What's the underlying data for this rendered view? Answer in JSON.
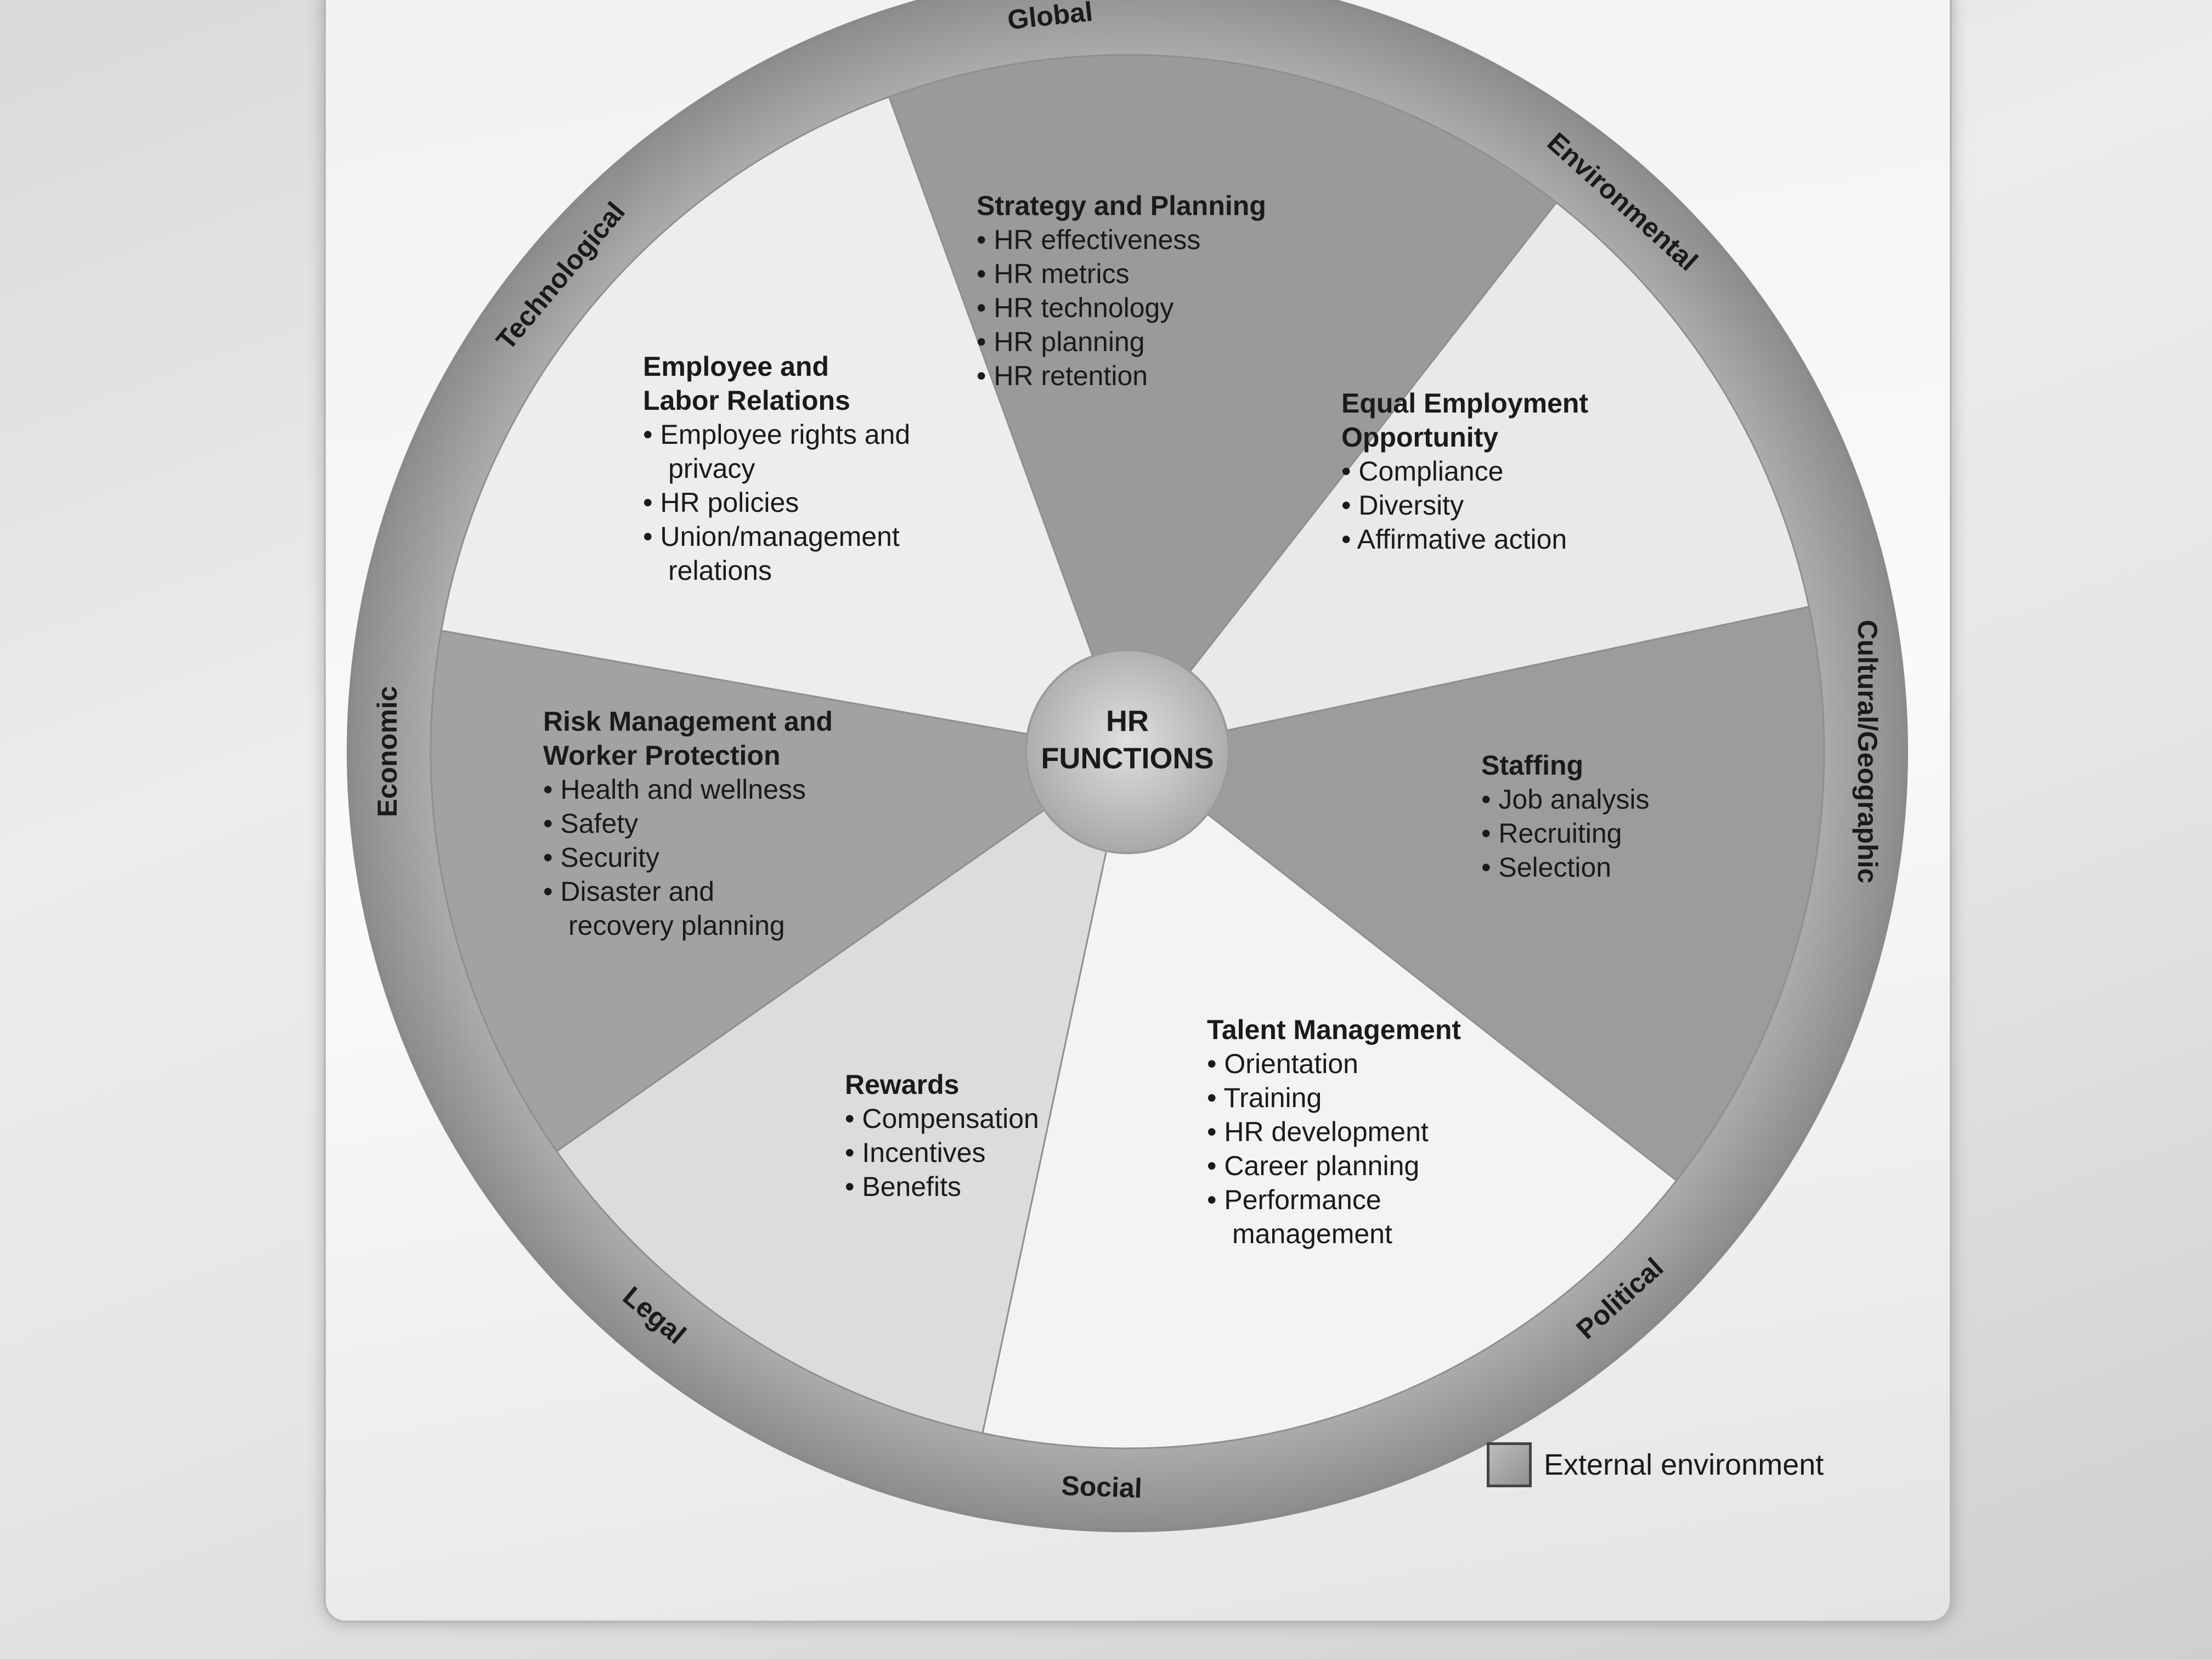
{
  "center": {
    "line1": "HR",
    "line2": "FUNCTIONS"
  },
  "environment": [
    {
      "label": "Global"
    },
    {
      "label": "Environmental"
    },
    {
      "label": "Cultural/Geographic"
    },
    {
      "label": "Political"
    },
    {
      "label": "Social"
    },
    {
      "label": "Legal"
    },
    {
      "label": "Economic"
    },
    {
      "label": "Technological"
    }
  ],
  "sections": [
    {
      "title": [
        "Strategy and Planning"
      ],
      "items": [
        "• HR effectiveness",
        "• HR metrics",
        "• HR technology",
        "• HR planning",
        "• HR retention"
      ],
      "fill": "#9a9a9a"
    },
    {
      "title": [
        "Equal Employment",
        "Opportunity"
      ],
      "items": [
        "• Compliance",
        "• Diversity",
        "• Affirmative action"
      ],
      "fill": "#e9e9e9"
    },
    {
      "title": [
        "Staffing"
      ],
      "items": [
        "• Job analysis",
        "• Recruiting",
        "• Selection"
      ],
      "fill": "#9c9c9c"
    },
    {
      "title": [
        "Talent Management"
      ],
      "items": [
        "• Orientation",
        "• Training",
        "• HR development",
        "• Career planning",
        "• Performance",
        "  management"
      ],
      "fill": "#f3f3f3"
    },
    {
      "title": [
        "Rewards"
      ],
      "items": [
        "• Compensation",
        "• Incentives",
        "• Benefits"
      ],
      "fill": "#dcdcdc"
    },
    {
      "title": [
        "Risk Management and",
        "Worker Protection"
      ],
      "items": [
        "• Health and wellness",
        "• Safety",
        "• Security",
        "• Disaster and",
        "  recovery planning"
      ],
      "fill": "#a2a2a2"
    },
    {
      "title": [
        "Employee and",
        "Labor Relations"
      ],
      "items": [
        "• Employee rights and",
        "  privacy",
        "• HR policies",
        "• Union/management",
        "  relations"
      ],
      "fill": "#ededed"
    }
  ],
  "legend": {
    "label": "External environment"
  },
  "colors": {
    "ring": "#a8a8a8",
    "center": "#c4c4c4"
  }
}
